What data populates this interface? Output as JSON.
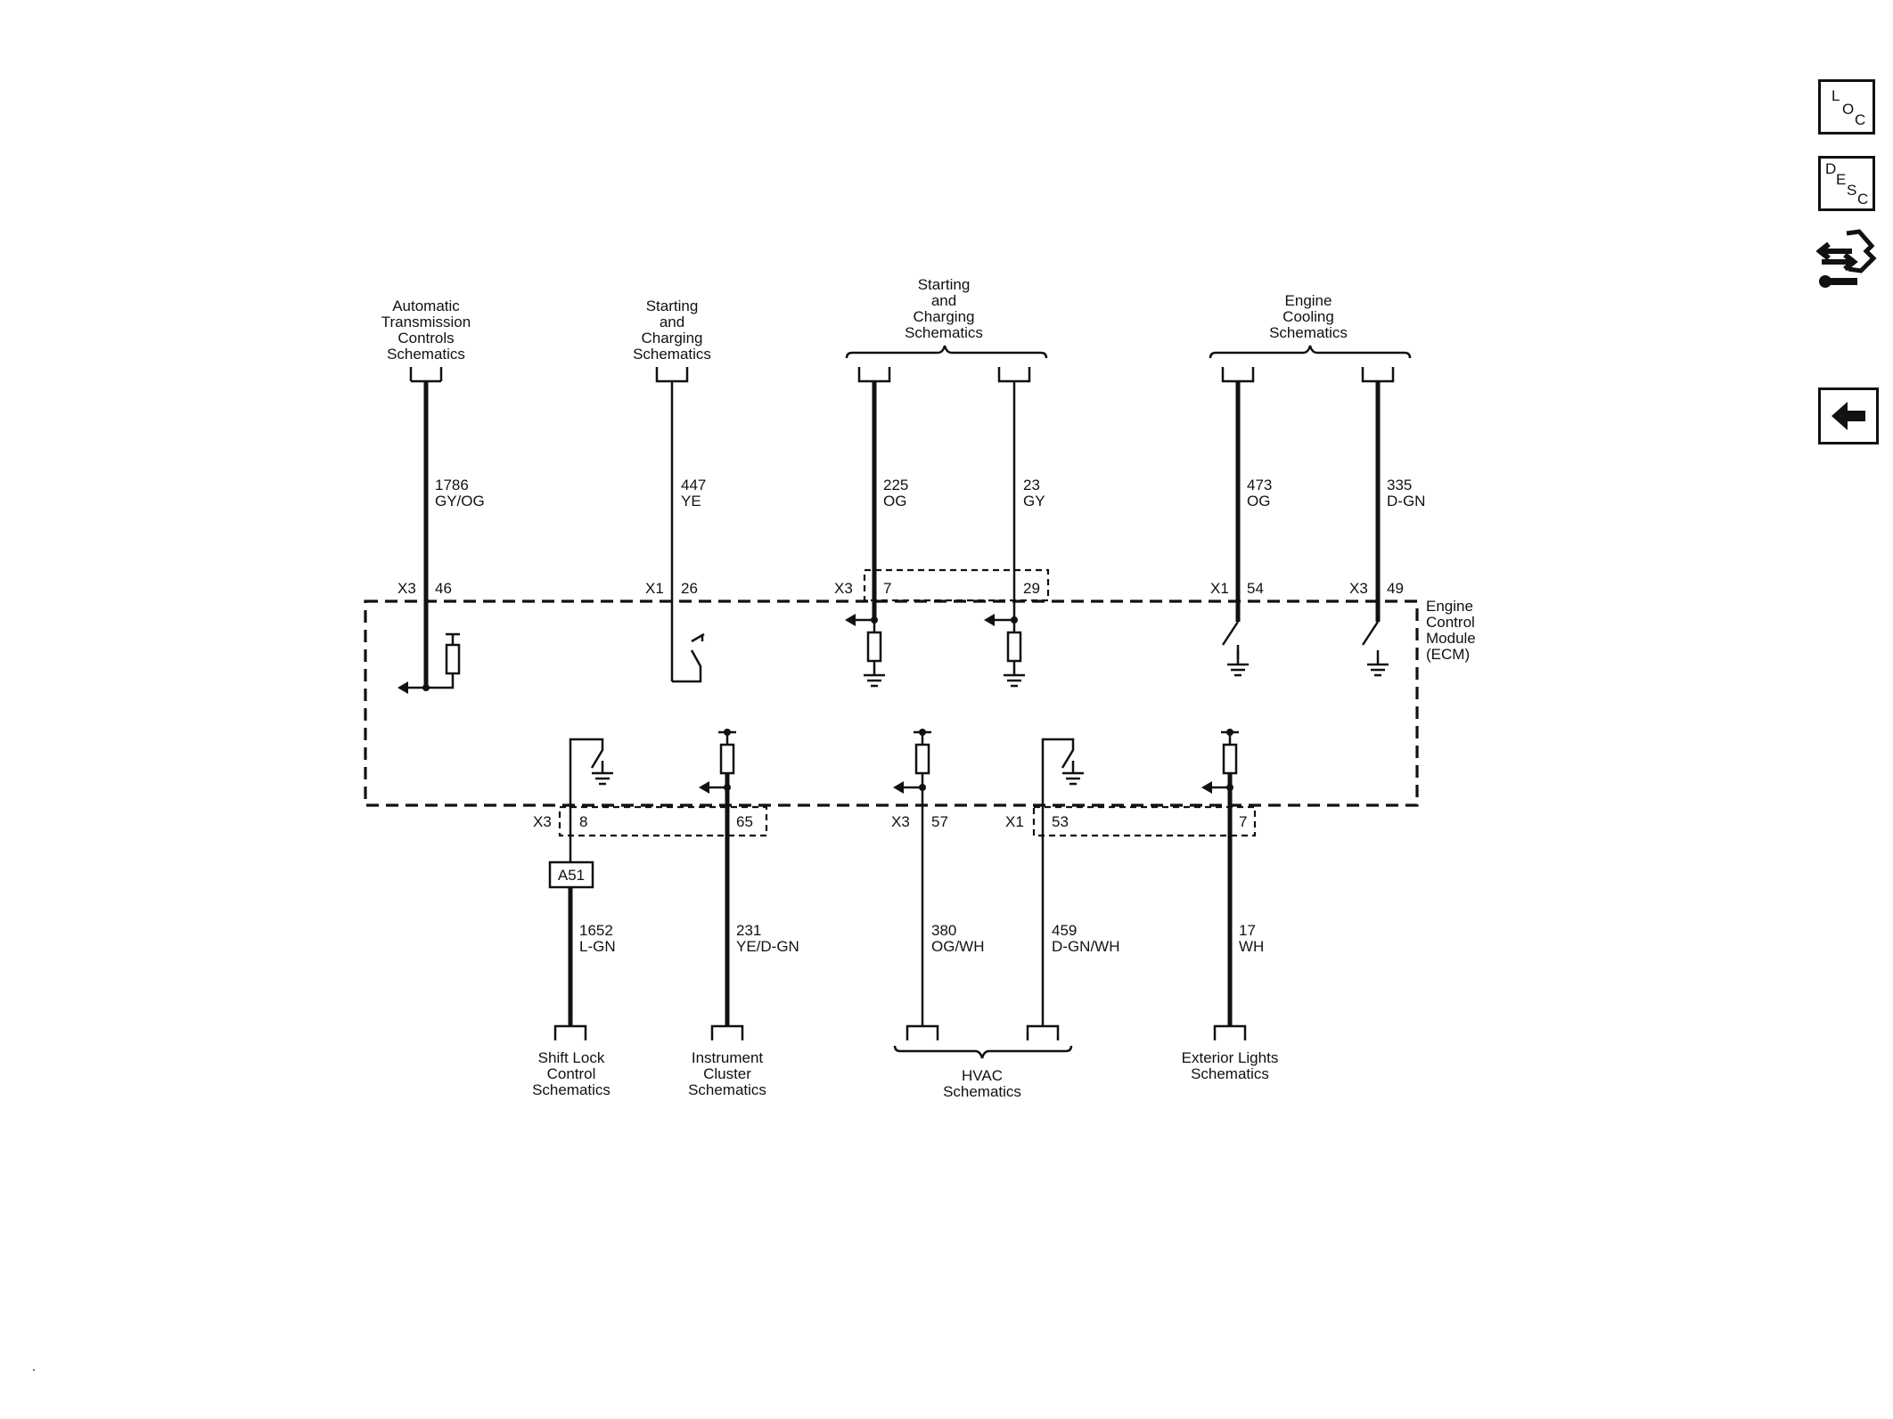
{
  "toolbar": {
    "loc": [
      "L",
      "O",
      "C"
    ],
    "desc": [
      "D",
      "E",
      "S",
      "C"
    ],
    "connector_icon": "connector-end-view-icon",
    "back_icon": "left-arrow-icon"
  },
  "diagram": {
    "ecm_label": [
      "Engine",
      "Control",
      "Module",
      "(ECM)"
    ],
    "top_destinations": [
      {
        "lines": [
          "Automatic",
          "Transmission",
          "Controls",
          "Schematics"
        ]
      },
      {
        "lines": [
          "Starting",
          "and",
          "Charging",
          "Schematics"
        ]
      },
      {
        "lines": [
          "Starting",
          "and",
          "Charging",
          "Schematics"
        ]
      },
      {
        "lines": [
          "Engine",
          "Cooling",
          "Schematics"
        ]
      }
    ],
    "top_circuits": [
      {
        "circuit": "1786",
        "color": "GY/OG",
        "connector": "X3",
        "pin": "46"
      },
      {
        "circuit": "447",
        "color": "YE",
        "connector": "X1",
        "pin": "26"
      },
      {
        "circuit": "225",
        "color": "OG",
        "connector": "X3",
        "pin": "7"
      },
      {
        "circuit": "23",
        "color": "GY",
        "connector": "",
        "pin": "29"
      },
      {
        "circuit": "473",
        "color": "OG",
        "connector": "X1",
        "pin": "54"
      },
      {
        "circuit": "335",
        "color": "D-GN",
        "connector": "X3",
        "pin": "49"
      }
    ],
    "bottom_circuits": [
      {
        "circuit": "1652",
        "color": "L-GN",
        "connector": "X3",
        "pin": "8"
      },
      {
        "circuit": "231",
        "color": "YE/D-GN",
        "connector": "",
        "pin": "65"
      },
      {
        "circuit": "380",
        "color": "OG/WH",
        "connector": "X3",
        "pin": "57"
      },
      {
        "circuit": "459",
        "color": "D-GN/WH",
        "connector": "X1",
        "pin": "53"
      },
      {
        "circuit": "17",
        "color": "WH",
        "connector": "",
        "pin": "7"
      }
    ],
    "inline_component": "A51",
    "bottom_destinations": [
      {
        "lines": [
          "Shift Lock",
          "Control",
          "Schematics"
        ]
      },
      {
        "lines": [
          "Instrument",
          "Cluster",
          "Schematics"
        ]
      },
      {
        "lines": [
          "HVAC",
          "Schematics"
        ]
      },
      {
        "lines": [
          "Exterior Lights",
          "Schematics"
        ]
      }
    ]
  }
}
